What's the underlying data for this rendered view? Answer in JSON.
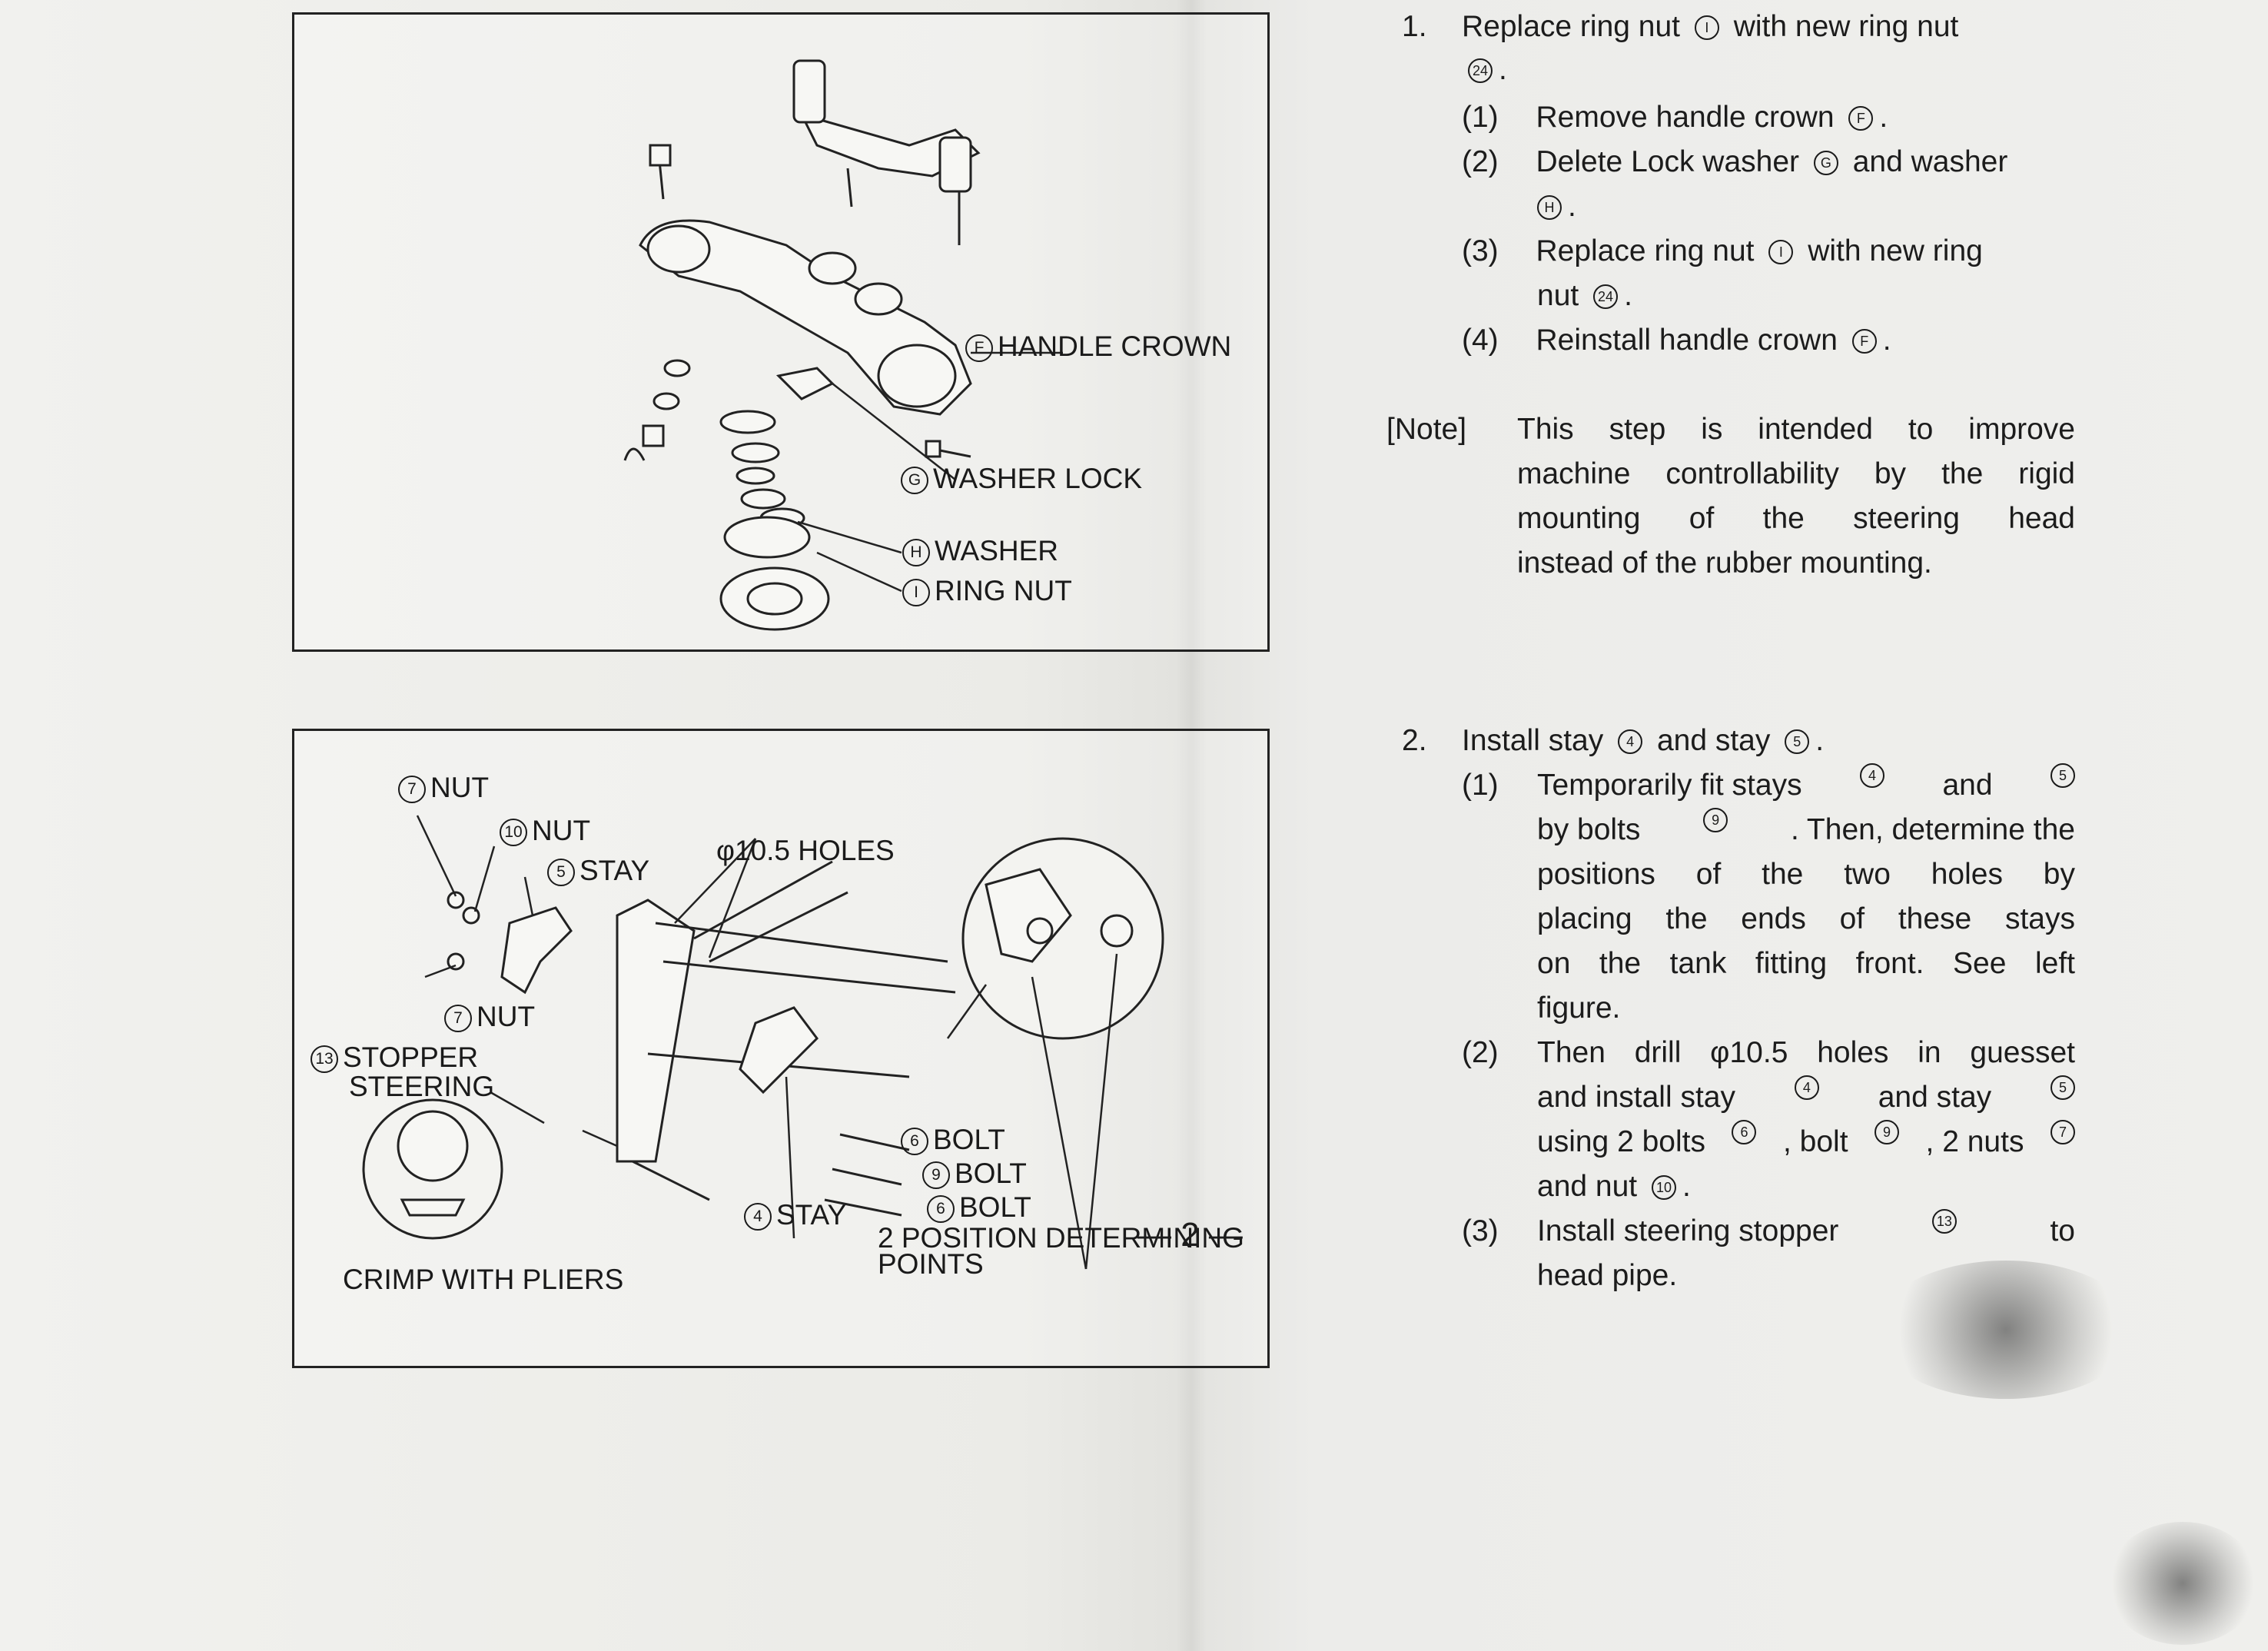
{
  "figure_top": {
    "labels": {
      "handle_crown": {
        "marker": "F",
        "text": "HANDLE CROWN"
      },
      "washer_lock": {
        "marker": "G",
        "text": "WASHER LOCK"
      },
      "washer": {
        "marker": "H",
        "text": "WASHER"
      },
      "ring_nut": {
        "marker": "I",
        "text": "RING NUT"
      }
    }
  },
  "figure_bottom": {
    "labels": {
      "nut7_top": {
        "marker": "7",
        "text": "NUT"
      },
      "nut10": {
        "marker": "10",
        "text": "NUT"
      },
      "stay5": {
        "marker": "5",
        "text": "STAY"
      },
      "holes": "φ10.5 HOLES",
      "nut7_low": {
        "marker": "7",
        "text": "NUT"
      },
      "stopper": {
        "marker": "13",
        "text1": "STOPPER",
        "text2": "STEERING"
      },
      "bolt6a": {
        "marker": "6",
        "text": "BOLT"
      },
      "bolt9": {
        "marker": "9",
        "text": "BOLT"
      },
      "bolt6b": {
        "marker": "6",
        "text": "BOLT"
      },
      "stay4": {
        "marker": "4",
        "text": "STAY"
      },
      "position1": "2 POSITION DETERMINING",
      "position2": "POINTS",
      "crimp": "CRIMP WITH PLIERS"
    }
  },
  "step1": {
    "number": "1.",
    "line1": {
      "a": "Replace ring nut",
      "m1": "I",
      "b": "with new ring nut"
    },
    "line2": {
      "m": "24",
      "b": "."
    },
    "sub": [
      {
        "n": "(1)",
        "a": "Remove handle crown",
        "m": "F",
        "b": "."
      },
      {
        "n": "(2)",
        "a": "Delete Lock washer",
        "m": "G",
        "b": "and washer",
        "m2": "H",
        "c": "."
      },
      {
        "n": "(3)",
        "a": "Replace ring nut",
        "m": "I",
        "b": "with new ring",
        "c": "nut",
        "m2": "24",
        "d": "."
      },
      {
        "n": "(4)",
        "a": "Reinstall handle crown",
        "m": "F",
        "b": "."
      }
    ]
  },
  "note": {
    "tag": "[Note]",
    "lines": [
      "This step is intended to improve",
      "machine controllability by the rigid",
      "mounting of the steering head",
      "instead of the rubber mounting."
    ]
  },
  "step2": {
    "number": "2.",
    "line1": {
      "a": "Install stay",
      "m1": "4",
      "b": "and stay",
      "m2": "5",
      "c": "."
    },
    "sub1": {
      "n": "(1)",
      "l1": {
        "a": "Temporarily fit stays",
        "m1": "4",
        "b": "and",
        "m2": "5"
      },
      "l2": {
        "a": "by bolts",
        "m": "9",
        "b": ". Then, determine the"
      },
      "l3": "positions of the two holes by",
      "l4": "placing the ends of these stays",
      "l5": "on the tank fitting front. See left",
      "l6": "figure."
    },
    "sub2": {
      "n": "(2)",
      "l1": "Then drill φ10.5 holes in guesset",
      "l2": {
        "a": "and install stay",
        "m1": "4",
        "b": "and stay",
        "m2": "5"
      },
      "l3": {
        "a": "using 2 bolts",
        "m1": "6",
        "b": ", bolt",
        "m2": "9",
        "c": ", 2 nuts",
        "m3": "7"
      },
      "l4": {
        "a": "and nut",
        "m": "10",
        "b": "."
      }
    },
    "sub3": {
      "n": "(3)",
      "l1": {
        "a": "Install steering stopper",
        "m": "13",
        "b": "to"
      },
      "l2": "head pipe."
    }
  },
  "page_number": "— 2 —"
}
